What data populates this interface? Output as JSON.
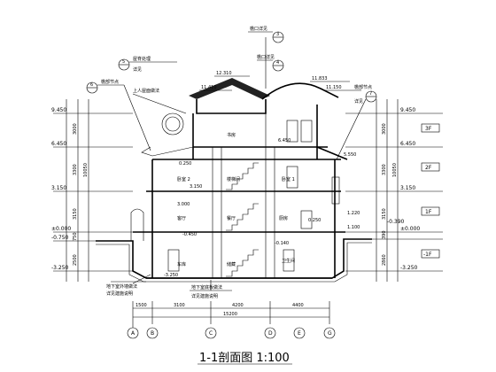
{
  "title": "1-1剖面图 1:100",
  "grid_axes": [
    "A",
    "B",
    "C",
    "D",
    "E",
    "G"
  ],
  "bottom_dims": [
    "1500",
    "3100",
    "4200",
    "4400"
  ],
  "total_width": "15200",
  "left_elevations": [
    "9.450",
    "6.450",
    "3.150",
    "±0.000",
    "-0.750",
    "-3.250"
  ],
  "right_elevations": [
    "9.450",
    "6.450",
    "3.150",
    "±0.000",
    "-0.390",
    "-3.250"
  ],
  "floor_tags": [
    "3F",
    "2F",
    "1F",
    "-1F"
  ],
  "left_dims": [
    "3000",
    "3300",
    "3150",
    "750",
    "2500"
  ],
  "left_dims_total": "10050",
  "right_dims": [
    "3000",
    "3300",
    "3150",
    "390",
    "2860"
  ],
  "right_dims_total": "10050",
  "roof_elevations": [
    "12.310",
    "11.410",
    "11.833",
    "11.150"
  ],
  "inner_elevations": [
    "6.450",
    "5.550",
    "3.150",
    "3.000",
    "-0.450",
    "-0.140",
    "-3.250",
    "0.250",
    "1.220",
    "1.100",
    "0.250"
  ],
  "room_labels": [
    "卧室 2",
    "卧室 1",
    "客厅",
    "餐厅",
    "厨房",
    "车库",
    "储藏",
    "卫生间",
    "书房",
    "楼梯间"
  ],
  "annotations": {
    "a1": "檐口详见",
    "a2": "详见",
    "a3": "屋脊处理",
    "a4": "上人屋面做法",
    "a5": "檐口详见",
    "a6": "檐部节点",
    "a7": "地下室外墙做法",
    "a8": "详见建施说明",
    "a9": "地下室底板做法",
    "a10": "详见建施说明"
  },
  "symbol_numbers": [
    "3",
    "4",
    "5",
    "6",
    "7"
  ]
}
